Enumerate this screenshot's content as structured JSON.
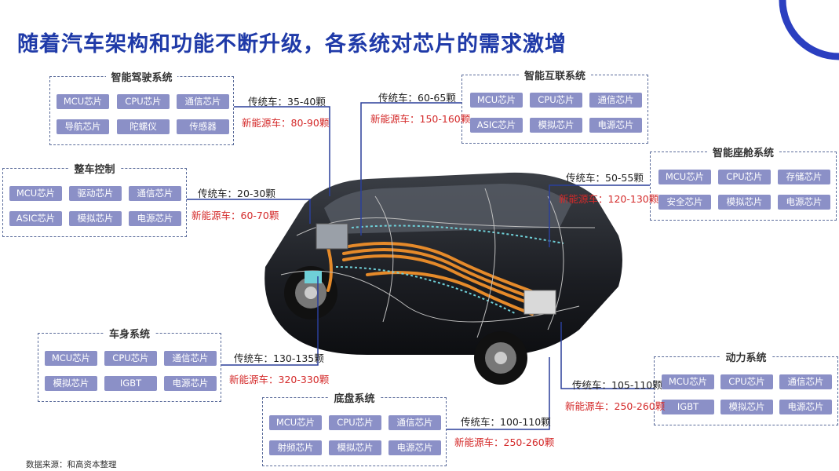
{
  "title": "随着汽车架构和功能不断升级，各系统对芯片的需求激增",
  "source": "数据来源：和高资本整理",
  "labels": {
    "traditional_prefix": "传统车：",
    "nev_prefix": "新能源车："
  },
  "systems": [
    {
      "id": "adas",
      "title": "智能驾驶系统",
      "chips": [
        "MCU芯片",
        "CPU芯片",
        "通信芯片",
        "导航芯片",
        "陀螺仪",
        "传感器"
      ],
      "traditional": "35-40颗",
      "nev": "80-90颗"
    },
    {
      "id": "connect",
      "title": "智能互联系统",
      "chips": [
        "MCU芯片",
        "CPU芯片",
        "通信芯片",
        "ASIC芯片",
        "模拟芯片",
        "电源芯片"
      ],
      "traditional": "60-65颗",
      "nev": "150-160颗"
    },
    {
      "id": "vehicle",
      "title": "整车控制",
      "chips": [
        "MCU芯片",
        "驱动芯片",
        "通信芯片",
        "ASIC芯片",
        "模拟芯片",
        "电源芯片"
      ],
      "traditional": "20-30颗",
      "nev": "60-70颗"
    },
    {
      "id": "cockpit",
      "title": "智能座舱系统",
      "chips": [
        "MCU芯片",
        "CPU芯片",
        "存储芯片",
        "安全芯片",
        "模拟芯片",
        "电源芯片"
      ],
      "traditional": "50-55颗",
      "nev": "120-130颗"
    },
    {
      "id": "body",
      "title": "车身系统",
      "chips": [
        "MCU芯片",
        "CPU芯片",
        "通信芯片",
        "模拟芯片",
        "IGBT",
        "电源芯片"
      ],
      "traditional": "130-135颗",
      "nev": "320-330颗"
    },
    {
      "id": "power",
      "title": "动力系统",
      "chips": [
        "MCU芯片",
        "CPU芯片",
        "通信芯片",
        "IGBT",
        "模拟芯片",
        "电源芯片"
      ],
      "traditional": "105-110颗",
      "nev": "250-260颗"
    },
    {
      "id": "chassis",
      "title": "底盘系统",
      "chips": [
        "MCU芯片",
        "CPU芯片",
        "通信芯片",
        "射频芯片",
        "模拟芯片",
        "电源芯片"
      ],
      "traditional": "100-110颗",
      "nev": "250-260颗"
    }
  ],
  "colors": {
    "title": "#1f3aa8",
    "chip": "#8b90c7",
    "nev_text": "#d42a2a",
    "connector": "#2a3f9a",
    "wiring": "#e58a2a"
  }
}
